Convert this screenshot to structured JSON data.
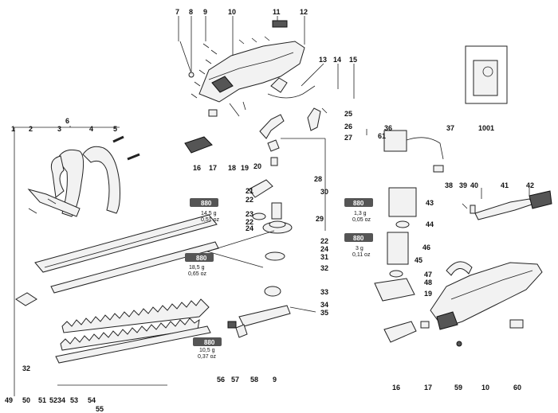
{
  "callouts": {
    "n1": "1",
    "n2": "2",
    "n3": "3",
    "n4": "4",
    "n5": "5",
    "n6": "6",
    "n7": "7",
    "n8": "8",
    "n9": "9",
    "n10": "10",
    "n11": "11",
    "n12": "12",
    "n13": "13",
    "n14": "14",
    "n15": "15",
    "n16": "16",
    "n17": "17",
    "n18": "18",
    "n19": "19",
    "n20": "20",
    "n21": "21",
    "n22": "22",
    "n23": "23",
    "n24": "24",
    "n25": "25",
    "n26": "26",
    "n27": "27",
    "n28": "28",
    "n29": "29",
    "n30": "30",
    "n31": "31",
    "n32": "32",
    "n33": "33",
    "n34": "34",
    "n35": "35",
    "n36": "36",
    "n37": "37",
    "n38": "38",
    "n39": "39",
    "n40": "40",
    "n41": "41",
    "n42": "42",
    "n43": "43",
    "n44": "44",
    "n45": "45",
    "n46": "46",
    "n47": "47",
    "n48": "48",
    "n49": "49",
    "n50": "50",
    "n51": "51",
    "n52": "52",
    "n53": "53",
    "n54": "54",
    "n55": "55",
    "n56": "56",
    "n57": "57",
    "n58": "58",
    "n59": "59",
    "n60": "60",
    "n61": "61",
    "n1001": "1001"
  },
  "grease": {
    "code": "880",
    "a_g": "14,5 g",
    "a_oz": "0,51 oz",
    "b_g": "1,3 g",
    "b_oz": "0,05 oz",
    "c_g": "3 g",
    "c_oz": "0,11 oz",
    "d_g": "18,5 g",
    "d_oz": "0,65 oz",
    "e_g": "10,5 g",
    "e_oz": "0,37 oz"
  },
  "colors": {
    "badge": "#555555",
    "line": "#222222"
  }
}
